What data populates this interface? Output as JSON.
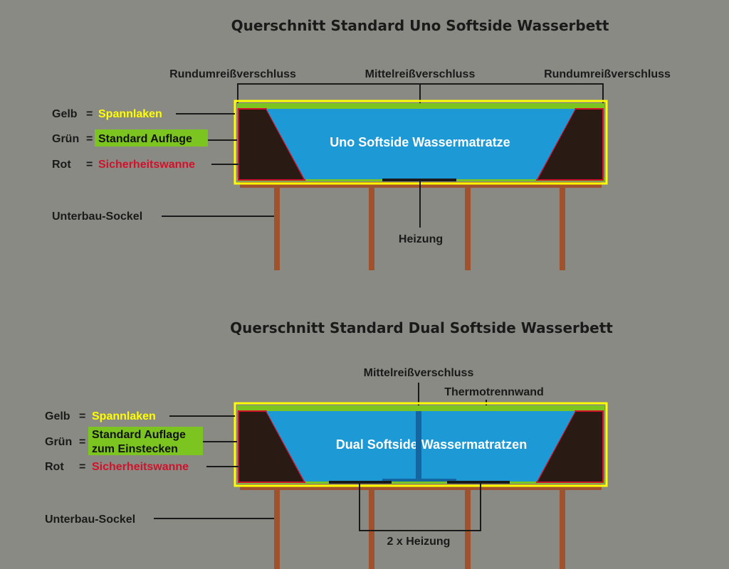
{
  "colors": {
    "background": "#8a8a84",
    "yellow": "#ffff00",
    "green": "#7cc520",
    "red": "#d0122a",
    "water": "#1d9ad6",
    "wall": "#2a1a14",
    "wood": "#a0522d"
  },
  "diagram1": {
    "title": "Querschnitt Standard Uno Softside Wasserbett",
    "zip_left": "Rundumreißverschluss",
    "zip_middle": "Mittelreißverschluss",
    "zip_right": "Rundumreißverschluss",
    "gelb": "Gelb",
    "gruen": "Grün",
    "rot": "Rot",
    "equals": "=",
    "spannlaken": "Spannlaken",
    "auflage": "Standard Auflage",
    "wanne": "Sicherheitswanne",
    "sockel": "Unterbau-Sockel",
    "heizung": "Heizung",
    "matratze": "Uno Softside Wassermatratze"
  },
  "diagram2": {
    "title": "Querschnitt Standard Dual Softside Wasserbett",
    "zip_middle": "Mittelreißverschluss",
    "thermo": "Thermotrennwand",
    "gelb": "Gelb",
    "gruen": "Grün",
    "rot": "Rot",
    "equals": "=",
    "spannlaken": "Spannlaken",
    "auflage_line1": "Standard Auflage",
    "auflage_line2": "zum Einstecken",
    "wanne": "Sicherheitswanne",
    "sockel": "Unterbau-Sockel",
    "heizung": "2 x Heizung",
    "matratze": "Dual Softside  Wassermatratzen"
  }
}
